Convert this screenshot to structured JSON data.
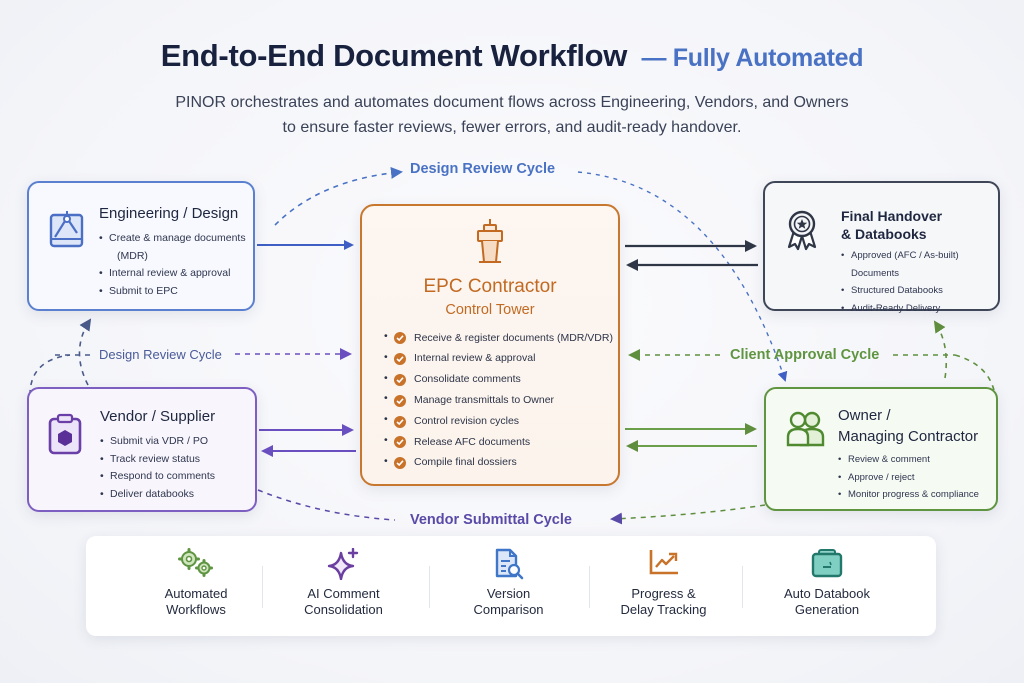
{
  "header": {
    "title": "End-to-End Document Workflow",
    "title_accent": "— Fully Automated",
    "subtitle_line1": "PINOR orchestrates and automates document flows across Engineering, Vendors, and Owners",
    "subtitle_line2": "to ensure faster reviews, fewer errors, and audit-ready handover."
  },
  "colors": {
    "engineering": "#5a80cf",
    "vendor": "#7d5fc2",
    "epc": "#c8782e",
    "handover": "#3e4658",
    "owner": "#5f9440",
    "design_cycle": "#4a72c4",
    "vendor_cycle": "#5a4aa8",
    "client_cycle": "#5f9440"
  },
  "nodes": {
    "engineering": {
      "title": "Engineering / Design",
      "icon": "drafting-compass-icon",
      "items": [
        "Create & manage documents",
        "(MDR)",
        "Internal review & approval",
        "Submit to EPC"
      ]
    },
    "vendor": {
      "title": "Vendor / Supplier",
      "icon": "clipboard-box-icon",
      "items": [
        "Submit via VDR / PO",
        "Track review status",
        "Respond to comments",
        "Deliver databooks"
      ]
    },
    "epc": {
      "title": "EPC Contractor",
      "subtitle": "Control Tower",
      "icon": "control-tower-icon",
      "items": [
        "Receive & register documents (MDR/VDR)",
        "Internal review & approval",
        "Consolidate comments",
        "Manage transmittals to Owner",
        "Control revision cycles",
        "Release AFC documents",
        "Compile final dossiers"
      ]
    },
    "handover": {
      "title_line1": "Final Handover",
      "title_line2": "& Databooks",
      "icon": "award-ribbon-icon",
      "items": [
        "Approved (AFC / As-built) Documents",
        "Structured Databooks",
        "Audit-Ready Delivery"
      ]
    },
    "owner": {
      "title_line1": "Owner /",
      "title_line2": "Managing Contractor",
      "icon": "users-icon",
      "items": [
        "Review & comment",
        "Approve / reject",
        "Monitor progress & compliance"
      ]
    }
  },
  "cycles": {
    "design_top": "Design Review Cycle",
    "design_left": "Design Review Cycle",
    "client": "Client Approval Cycle",
    "vendor": "Vendor Submittal Cycle"
  },
  "features": [
    {
      "line1": "Automated",
      "line2": "Workflows",
      "icon": "gears-icon",
      "color": "#5f9440"
    },
    {
      "line1": "AI Comment",
      "line2": "Consolidation",
      "icon": "sparkle-icon",
      "color": "#6a3fa0"
    },
    {
      "line1": "Version",
      "line2": "Comparison",
      "icon": "document-search-icon",
      "color": "#3f76c8"
    },
    {
      "line1": "Progress &",
      "line2": "Delay Tracking",
      "icon": "trend-chart-icon",
      "color": "#c8722a"
    },
    {
      "line1": "Auto Databook",
      "line2": "Generation",
      "icon": "databook-case-icon",
      "color": "#2f9e8f"
    }
  ]
}
